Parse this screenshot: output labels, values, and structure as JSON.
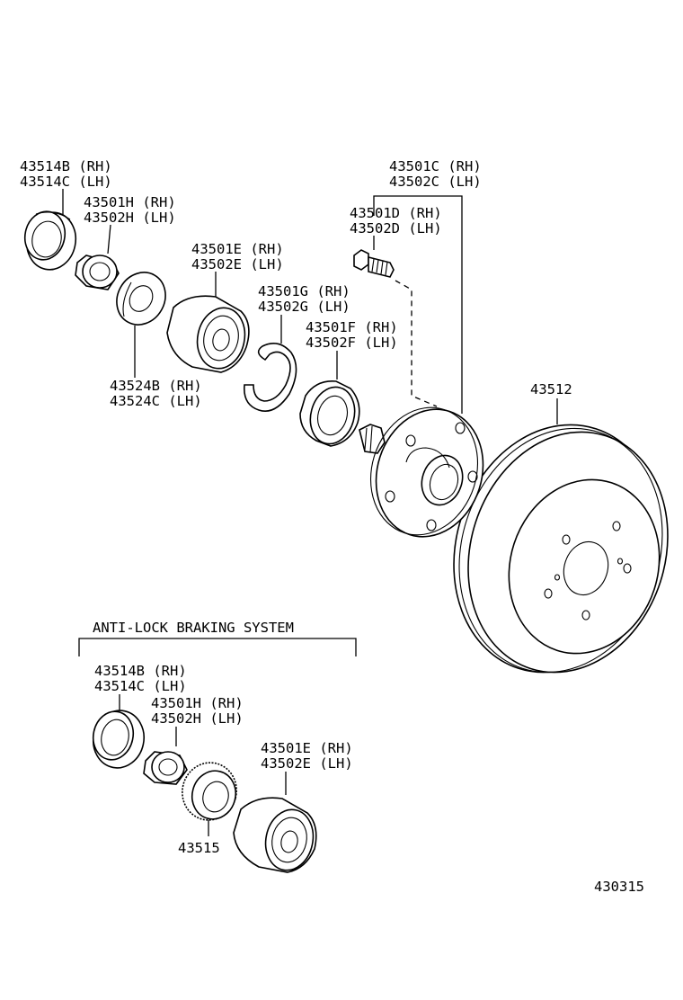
{
  "callouts": {
    "p43514": [
      "43514B (RH)",
      "43514C (LH)"
    ],
    "p43501H": [
      "43501H (RH)",
      "43502H (LH)"
    ],
    "p43501E": [
      "43501E (RH)",
      "43502E (LH)"
    ],
    "p43501G": [
      "43501G (RH)",
      "43502G (LH)"
    ],
    "p43501F": [
      "43501F (RH)",
      "43502F (LH)"
    ],
    "p43524": [
      "43524B (RH)",
      "43524C (LH)"
    ],
    "p43501C": [
      "43501C (RH)",
      "43502C (LH)"
    ],
    "p43501D": [
      "43501D (RH)",
      "43502D (LH)"
    ],
    "p43512": "43512"
  },
  "abs_section": {
    "title": "ANTI-LOCK BRAKING SYSTEM",
    "p43514": [
      "43514B (RH)",
      "43514C (LH)"
    ],
    "p43501H": [
      "43501H (RH)",
      "43502H (LH)"
    ],
    "p43501E": [
      "43501E (RH)",
      "43502E (LH)"
    ],
    "p43515": "43515"
  },
  "figure_number": "430315"
}
